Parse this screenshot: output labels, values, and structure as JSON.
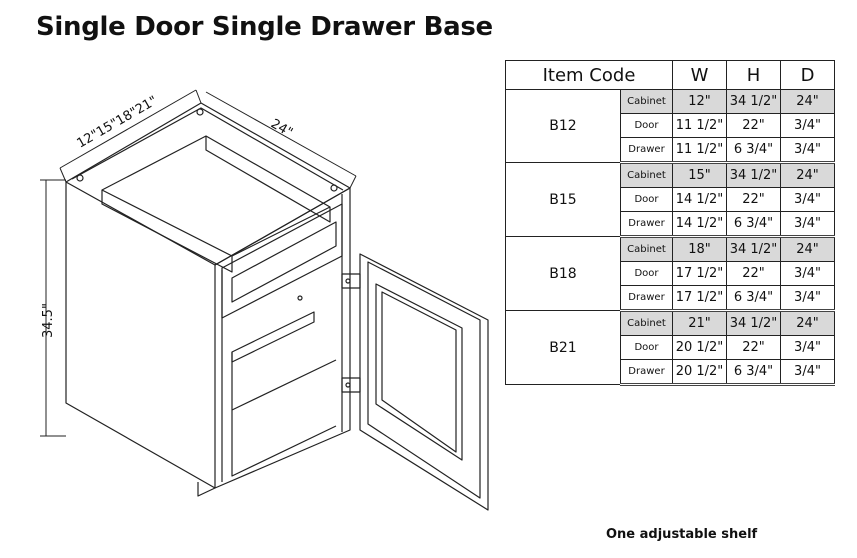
{
  "title": "Single Door Single Drawer Base",
  "dimensions": {
    "widths": "12\"15\"18\"21\"",
    "depth": "24\"",
    "height": "34.5\""
  },
  "table": {
    "headers": {
      "item_code": "Item Code",
      "w": "W",
      "h": "H",
      "d": "D"
    },
    "groups": [
      {
        "code": "B12",
        "rows": [
          {
            "part": "Cabinet",
            "w": "12\"",
            "h": "34 1/2\"",
            "d": "24\""
          },
          {
            "part": "Door",
            "w": "11 1/2\"",
            "h": "22\"",
            "d": "3/4\""
          },
          {
            "part": "Drawer",
            "w": "11 1/2\"",
            "h": "6 3/4\"",
            "d": "3/4\""
          }
        ]
      },
      {
        "code": "B15",
        "rows": [
          {
            "part": "Cabinet",
            "w": "15\"",
            "h": "34 1/2\"",
            "d": "24\""
          },
          {
            "part": "Door",
            "w": "14 1/2\"",
            "h": "22\"",
            "d": "3/4\""
          },
          {
            "part": "Drawer",
            "w": "14 1/2\"",
            "h": "6 3/4\"",
            "d": "3/4\""
          }
        ]
      },
      {
        "code": "B18",
        "rows": [
          {
            "part": "Cabinet",
            "w": "18\"",
            "h": "34 1/2\"",
            "d": "24\""
          },
          {
            "part": "Door",
            "w": "17 1/2\"",
            "h": "22\"",
            "d": "3/4\""
          },
          {
            "part": "Drawer",
            "w": "17 1/2\"",
            "h": "6 3/4\"",
            "d": "3/4\""
          }
        ]
      },
      {
        "code": "B21",
        "rows": [
          {
            "part": "Cabinet",
            "w": "21\"",
            "h": "34 1/2\"",
            "d": "24\""
          },
          {
            "part": "Door",
            "w": "20 1/2\"",
            "h": "22\"",
            "d": "3/4\""
          },
          {
            "part": "Drawer",
            "w": "20 1/2\"",
            "h": "6 3/4\"",
            "d": "3/4\""
          }
        ]
      }
    ]
  },
  "footer_note": "One adjustable shelf",
  "colors": {
    "cabinet_row_shade": "#d9d9d9",
    "line": "#222222"
  }
}
